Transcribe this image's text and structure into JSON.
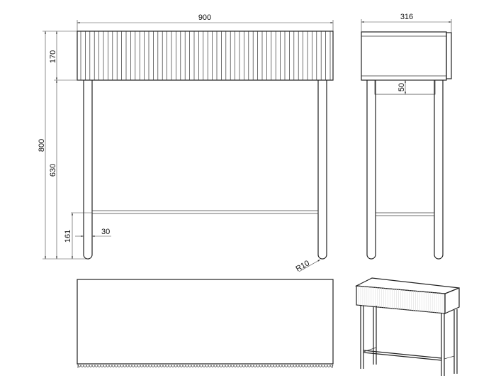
{
  "dimensions": {
    "width": "900",
    "depth": "316",
    "total_height": "800",
    "drawer_height": "170",
    "leg_height": "630",
    "stretcher_height": "161",
    "leg_diameter": "30",
    "apron_height": "50",
    "leg_radius": "R10"
  },
  "colors": {
    "line": "#222222",
    "background": "#ffffff"
  }
}
